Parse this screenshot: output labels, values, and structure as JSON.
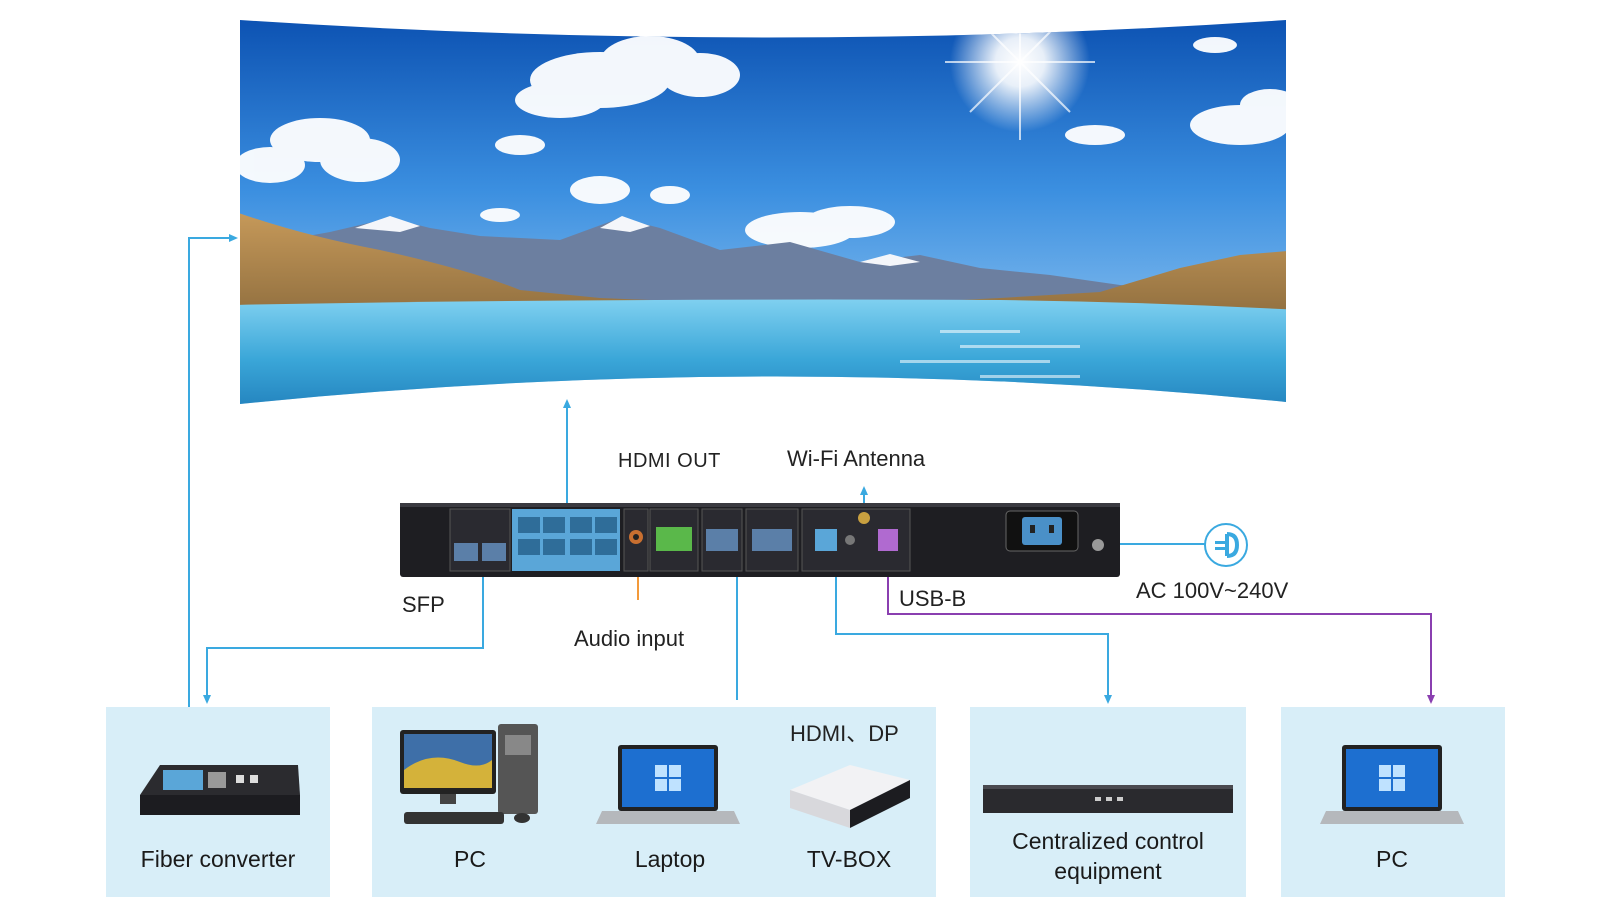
{
  "diagram": {
    "port_labels": {
      "hdmi_out": "HDMI OUT",
      "wifi_antenna": "Wi-Fi Antenna",
      "sfp": "SFP",
      "usb_b": "USB-B",
      "audio_input": "Audio input",
      "power": "AC 100V~240V",
      "hdmi_dp": "HDMI、DP"
    },
    "devices": {
      "fiber_converter": "Fiber converter",
      "pc_desktop": "PC",
      "laptop": "Laptop",
      "tv_box": "TV-BOX",
      "centralized_control": "Centralized control equipment",
      "pc_laptop": "PC"
    },
    "colors": {
      "link_blue": "#3aa9e0",
      "usb_purple": "#8a3fb0",
      "audio_orange": "#f39a3a",
      "panel_bg": "#d8eef8",
      "port_blue": "#6aa8d8",
      "hdmi_green": "#5ab84a",
      "usb_port": "#b06ad0"
    }
  }
}
